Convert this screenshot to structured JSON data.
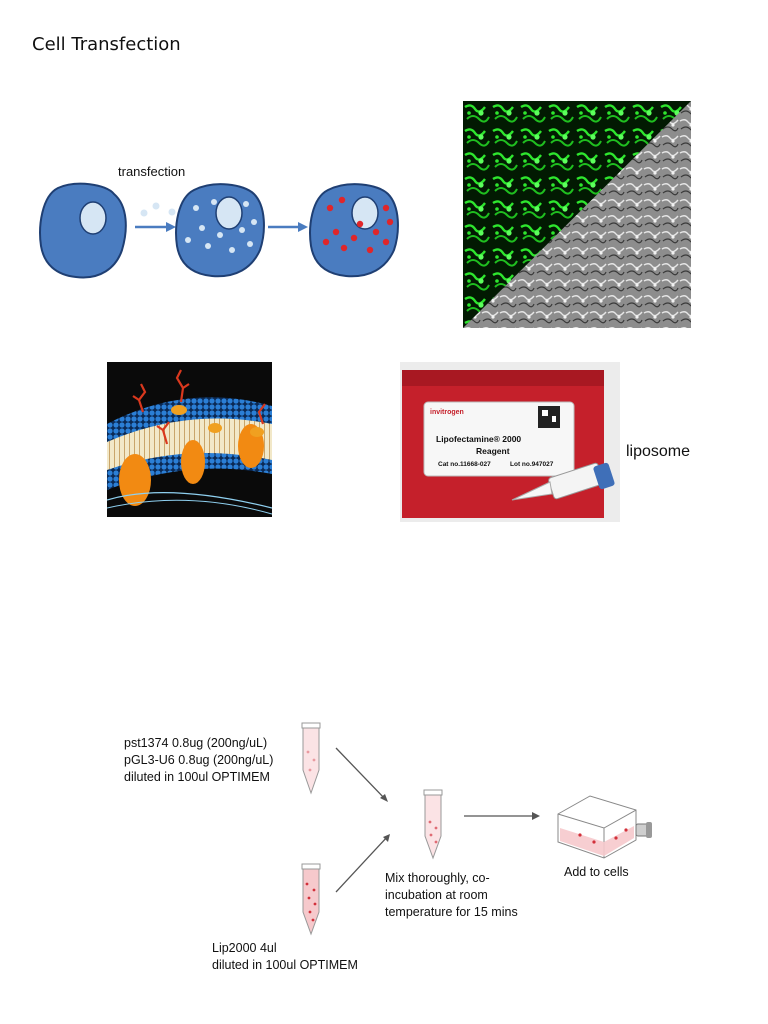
{
  "page": {
    "title": "Cell Transfection"
  },
  "diagram_top": {
    "label": "transfection"
  },
  "photo_fluor": {
    "icon": "fluorescence-microscopy-image"
  },
  "photo_membrane": {
    "icon": "lipid-bilayer-illustration"
  },
  "product": {
    "brand": "invitrogen",
    "name_line1": "Lipofectamine® 2000",
    "name_line2": "Reagent",
    "cat_no": "Cat no.11668-027",
    "lot_no": "Lot no.947027",
    "caption": "liposome"
  },
  "protocol": {
    "tube1_lines": [
      "pst1374 0.8ug (200ng/uL)",
      "pGL3-U6 0.8ug (200ng/uL)",
      "diluted in 100ul OPTIMEM"
    ],
    "tube2_lines": [
      "Lip2000 4ul",
      "diluted in 100ul OPTIMEM"
    ],
    "mix_lines": [
      "Mix thoroughly, co-",
      "incubation at room",
      "temperature for 15 mins"
    ],
    "cells_label": "Add to cells"
  },
  "colors": {
    "cell_blue": "#4a7cc0",
    "cell_edge": "#1f3f73",
    "arrow_blue": "#4a7cc0",
    "dot_red": "#e0262a",
    "dot_pale": "#d6e6f4",
    "fluor_green": "#2ee62e",
    "box_red": "#c5202b",
    "tube_pink": "#f6c9cc"
  }
}
